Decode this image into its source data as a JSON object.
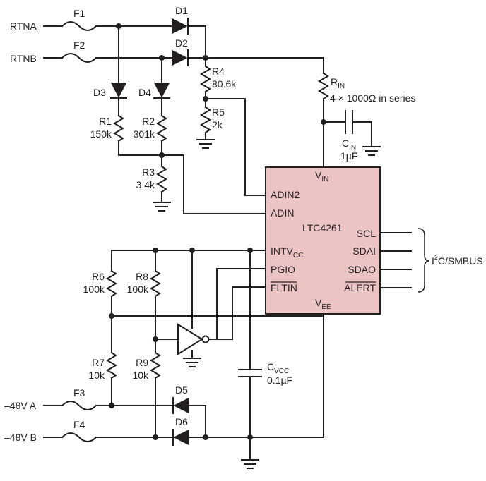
{
  "inputs": {
    "rtna": "RTNA",
    "rtnb": "RTNB",
    "neg_a": "–48V A",
    "neg_b": "–48V B"
  },
  "fuses": [
    "F1",
    "F2",
    "F3",
    "F4"
  ],
  "diodes": [
    "D1",
    "D2",
    "D3",
    "D4",
    "D5",
    "D6"
  ],
  "resistors": [
    {
      "name": "R1",
      "value": "150k"
    },
    {
      "name": "R2",
      "value": "301k"
    },
    {
      "name": "R3",
      "value": "3.4k"
    },
    {
      "name": "R4",
      "value": "80.6k"
    },
    {
      "name": "R5",
      "value": "2k"
    },
    {
      "name": "R6",
      "value": "100k"
    },
    {
      "name": "R7",
      "value": "10k"
    },
    {
      "name": "R8",
      "value": "100k"
    },
    {
      "name": "R9",
      "value": "10k"
    }
  ],
  "rin": {
    "name": "R",
    "sub": "IN",
    "value": "4 × 1000Ω in series"
  },
  "cin": {
    "name": "C",
    "sub": "IN",
    "value": "1µF"
  },
  "cvcc": {
    "name": "C",
    "sub": "VCC",
    "value": "0.1µF"
  },
  "ic": {
    "name": "LTC4261",
    "fill": "#ecc4c4",
    "vin": {
      "main": "V",
      "sub": "IN"
    },
    "vee": {
      "main": "V",
      "sub": "EE"
    },
    "left_pins": {
      "adin2": "ADIN2",
      "adin": "ADIN",
      "intvcc_main": "INTV",
      "intvcc_sub": "CC",
      "pgio": "PGIO",
      "fltin": "FLTIN"
    },
    "right_pins": [
      "SCL",
      "SDAI",
      "SDAO",
      "ALERT"
    ]
  },
  "bus": {
    "sup": "2",
    "main": "I",
    "rest": "C/SMBUS"
  }
}
